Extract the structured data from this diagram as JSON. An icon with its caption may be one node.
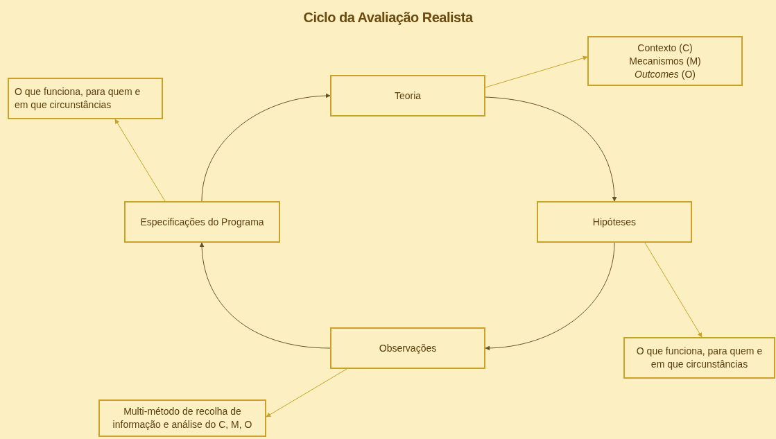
{
  "diagram": {
    "title": "Ciclo da Avaliação Realista",
    "nodes": [
      {
        "text": [
          "Teoria"
        ]
      },
      {
        "text": [
          "Hipóteses"
        ]
      },
      {
        "text": [
          "Observações"
        ]
      },
      {
        "text": [
          "Especificações do Programa"
        ]
      },
      {
        "text": [
          "Contexto (C)",
          "Mecanismos (M)",
          "*Outcomes* (O)"
        ]
      },
      {
        "text": [
          "O que funciona, para quem e em que circunstâncias"
        ]
      },
      {
        "text": [
          "O que funciona, para quem e em que circunstâncias"
        ]
      },
      {
        "text": [
          "Multi-método de recolha de informação e análise do C, M, O"
        ]
      }
    ],
    "edges": [
      {
        "from": 0,
        "to": 1,
        "arrow": "to"
      },
      {
        "from": 1,
        "to": 2,
        "arrow": "to"
      },
      {
        "from": 2,
        "to": 3,
        "arrow": "to"
      },
      {
        "from": 3,
        "to": 0,
        "arrow": "to"
      },
      {
        "from": 0,
        "to": 4,
        "arrow": "to",
        "color": "#c9a227"
      },
      {
        "from": 3,
        "to": 5,
        "arrow": "to",
        "color": "#c9a227"
      },
      {
        "from": 1,
        "to": 6,
        "arrow": "to",
        "color": "#c9a227"
      },
      {
        "from": 2,
        "to": 7,
        "arrow": "to",
        "color": "#c9a227"
      }
    ]
  }
}
